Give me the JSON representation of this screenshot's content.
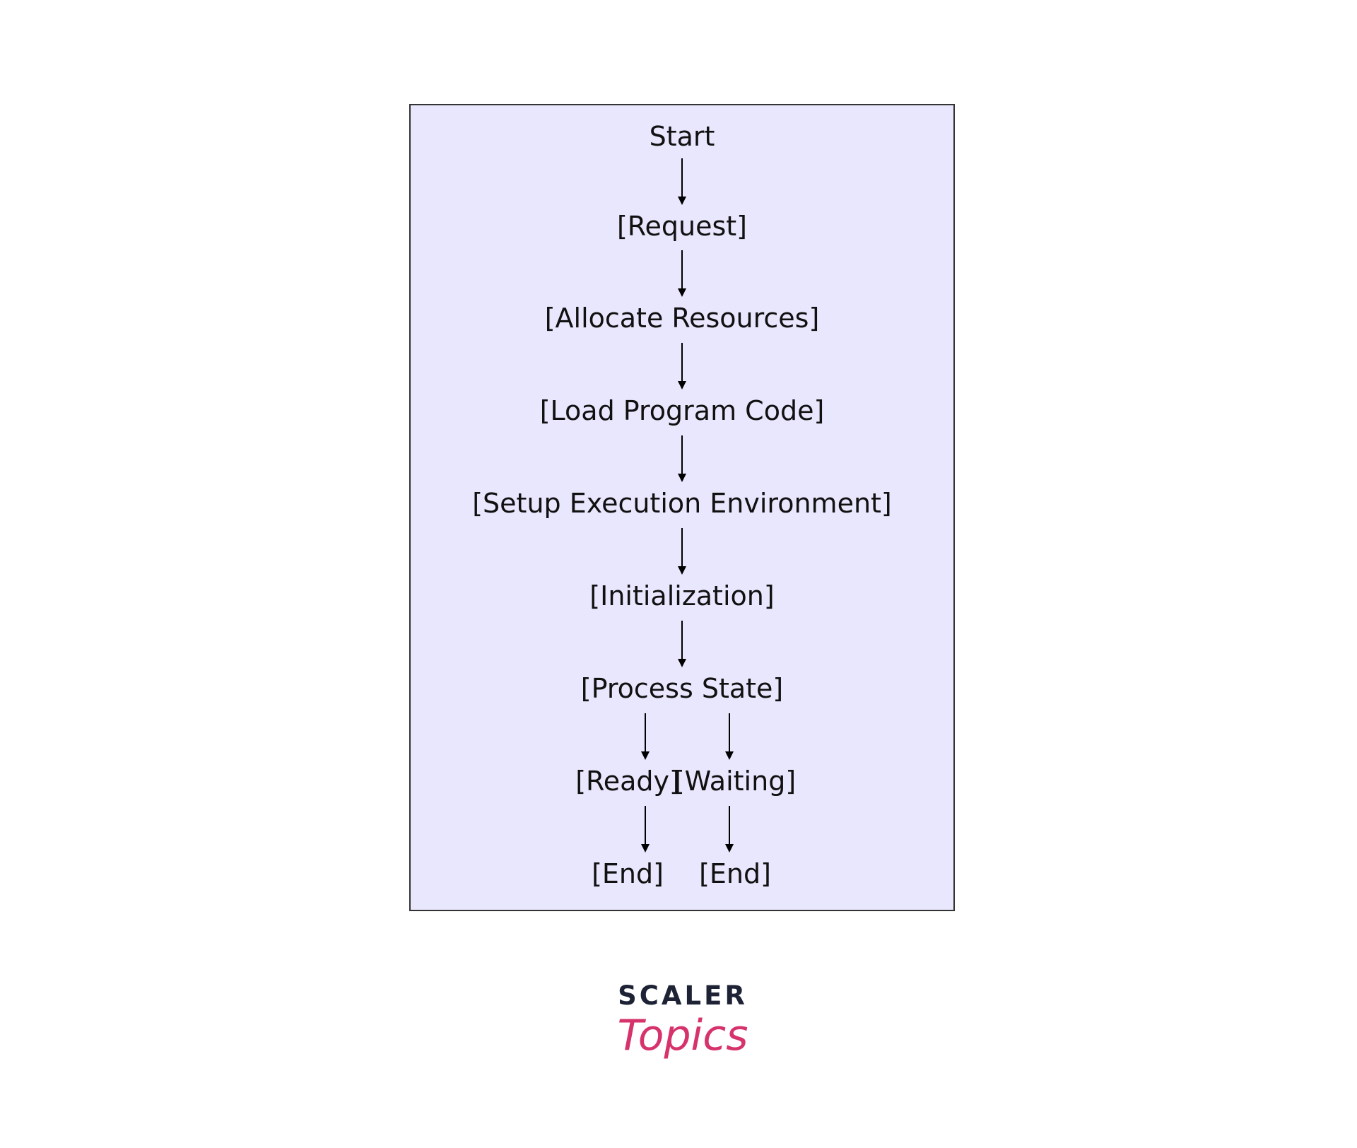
{
  "diagram": {
    "nodes": [
      {
        "id": "start",
        "label": "Start"
      },
      {
        "id": "request",
        "label": "[Request]"
      },
      {
        "id": "allocate",
        "label": "[Allocate Resources]"
      },
      {
        "id": "load",
        "label": "[Load Program Code]"
      },
      {
        "id": "setup",
        "label": "[Setup Execution Environment]"
      },
      {
        "id": "init",
        "label": "[Initialization]"
      },
      {
        "id": "process",
        "label": "[Process State]"
      },
      {
        "id": "ready",
        "label": "[Ready]"
      },
      {
        "id": "waiting",
        "label": "[Waiting]"
      },
      {
        "id": "end1",
        "label": "[End]"
      },
      {
        "id": "end2",
        "label": "[End]"
      }
    ],
    "edges": [
      {
        "from": "start",
        "to": "request"
      },
      {
        "from": "request",
        "to": "allocate"
      },
      {
        "from": "allocate",
        "to": "load"
      },
      {
        "from": "load",
        "to": "setup"
      },
      {
        "from": "setup",
        "to": "init"
      },
      {
        "from": "init",
        "to": "process"
      },
      {
        "from": "process",
        "to": "ready"
      },
      {
        "from": "process",
        "to": "waiting"
      },
      {
        "from": "ready",
        "to": "end1"
      },
      {
        "from": "waiting",
        "to": "end2"
      }
    ],
    "colors": {
      "box_fill": "#e9e7fd",
      "box_stroke": "#333333",
      "text": "#111111",
      "arrow": "#000000"
    }
  },
  "logo": {
    "line1": "SCALER",
    "line2": "Topics",
    "color1": "#1e2235",
    "color2": "#d6336c"
  }
}
